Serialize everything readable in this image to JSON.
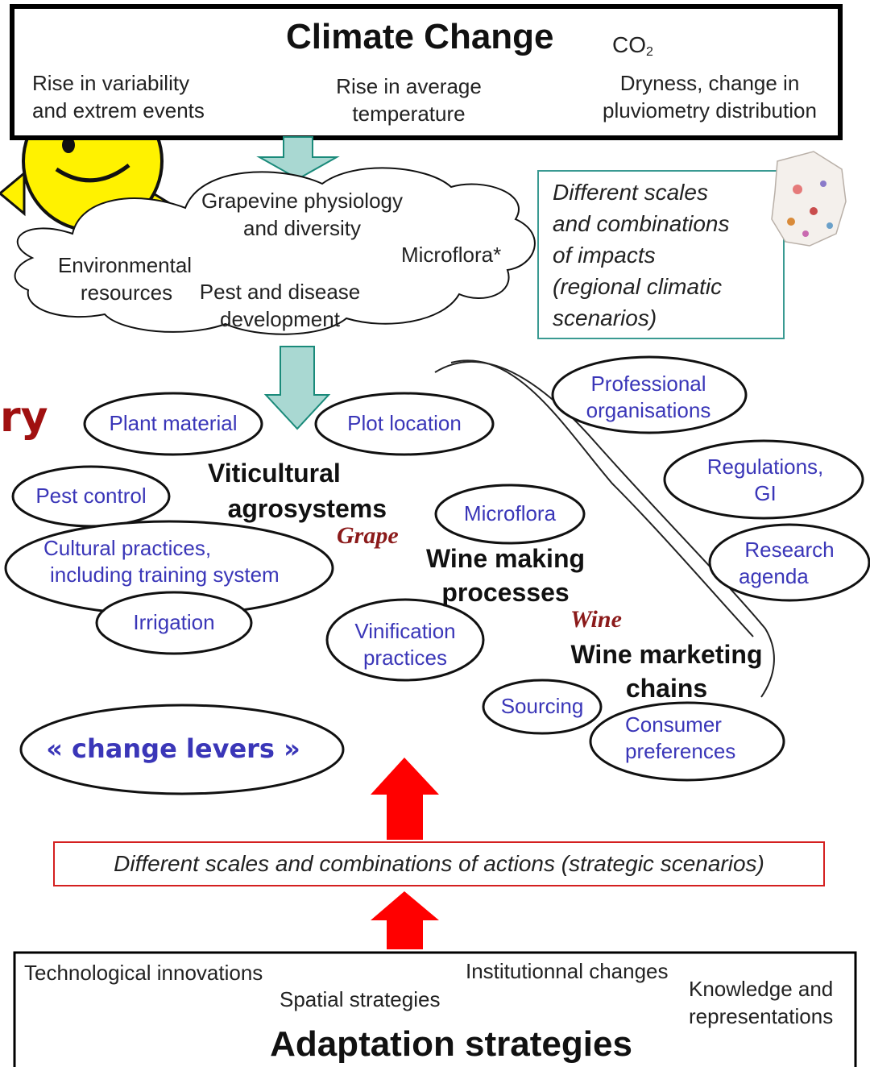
{
  "climate_change": {
    "title": "Climate Change",
    "co2_label": "CO",
    "co2_subscript": "2",
    "factors": [
      [
        "Rise in variability",
        "and extrem events"
      ],
      [
        "Rise in average",
        "temperature"
      ],
      [
        "Dryness, change in",
        "pluviometry distribution"
      ]
    ]
  },
  "impacts_cloud": {
    "grapevine": [
      "Grapevine physiology",
      "and diversity"
    ],
    "microflora": "Microflora*",
    "environmental": [
      "Environmental",
      "resources"
    ],
    "pest": [
      "Pest and disease",
      "development"
    ]
  },
  "scales_box": {
    "lines": [
      "Different scales",
      "and combinations",
      "of impacts",
      "(regional climatic",
      "scenarios)"
    ]
  },
  "cropped_letters": "ry",
  "levers": {
    "plant_material": "Plant material",
    "plot_location": "Plot location",
    "pest_control": "Pest control",
    "cultural_practices": [
      "Cultural practices,",
      "including training system"
    ],
    "irrigation": "Irrigation",
    "microflora": "Microflora",
    "vinification": [
      "Vinification",
      "practices"
    ],
    "sourcing": "Sourcing",
    "consumer": [
      "Consumer",
      "preferences"
    ],
    "professional": [
      "Professional",
      "organisations"
    ],
    "regulations": [
      "Regulations,",
      "GI"
    ],
    "research": [
      "Research",
      "agenda"
    ]
  },
  "systems": {
    "viticultural": [
      "Viticultural",
      "agrosystems"
    ],
    "grape": "Grape",
    "wine_making": [
      "Wine making",
      "processes"
    ],
    "wine": "Wine",
    "marketing": [
      "Wine marketing",
      "chains"
    ]
  },
  "change_levers_label": "« change levers »",
  "actions_box": "Different scales and combinations of actions (strategic scenarios)",
  "adaptation": {
    "title": "Adaptation strategies",
    "items": {
      "technological": "Technological innovations",
      "spatial": "Spatial strategies",
      "institutional": "Institutionnal changes",
      "knowledge": [
        "Knowledge and",
        "representations"
      ]
    }
  },
  "colors": {
    "lever_text": "#3a36b8",
    "arrow_teal": "#a9d8d2",
    "arrow_red": "#ff0000",
    "scales_border": "#3a9a92",
    "actions_border": "#d42020",
    "sun": "#fff200",
    "cropped_text": "#a01010"
  }
}
